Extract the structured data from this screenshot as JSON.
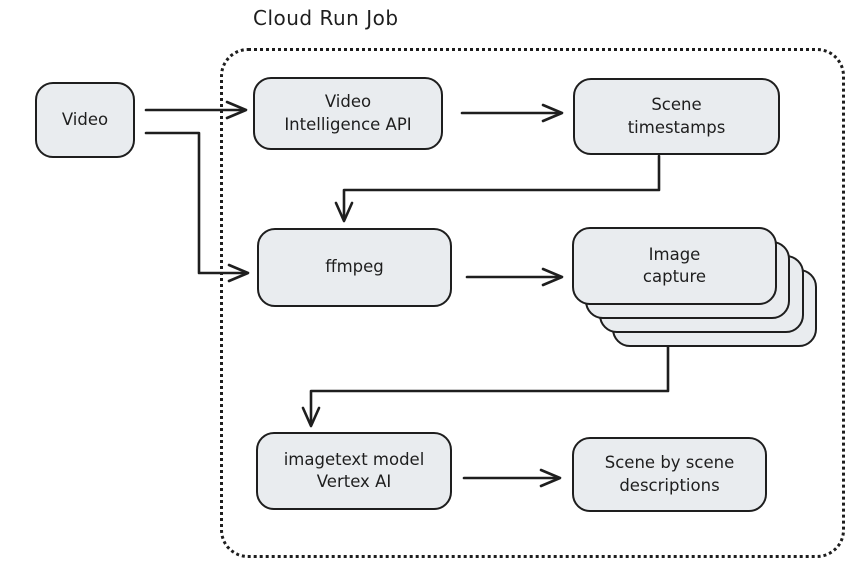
{
  "diagram": {
    "title": "Cloud Run Job",
    "colors": {
      "node_fill": "#e9ecef",
      "stroke": "#1e1e1e",
      "background": "#ffffff"
    },
    "nodes": [
      {
        "id": "video",
        "label": "Video"
      },
      {
        "id": "video-intelligence-api",
        "label": "Video\nIntelligence API"
      },
      {
        "id": "scene-timestamps",
        "label": "Scene\ntimestamps"
      },
      {
        "id": "ffmpeg",
        "label": "ffmpeg"
      },
      {
        "id": "image-capture",
        "label": "Image\ncapture"
      },
      {
        "id": "imagetext-model",
        "label": "imagetext model\nVertex AI"
      },
      {
        "id": "scene-descriptions",
        "label": "Scene by scene\ndescriptions"
      }
    ],
    "edges": [
      {
        "from": "video",
        "to": "video-intelligence-api"
      },
      {
        "from": "video",
        "to": "ffmpeg"
      },
      {
        "from": "video-intelligence-api",
        "to": "scene-timestamps"
      },
      {
        "from": "scene-timestamps",
        "to": "ffmpeg"
      },
      {
        "from": "ffmpeg",
        "to": "image-capture"
      },
      {
        "from": "image-capture",
        "to": "imagetext-model"
      },
      {
        "from": "imagetext-model",
        "to": "scene-descriptions"
      }
    ]
  }
}
